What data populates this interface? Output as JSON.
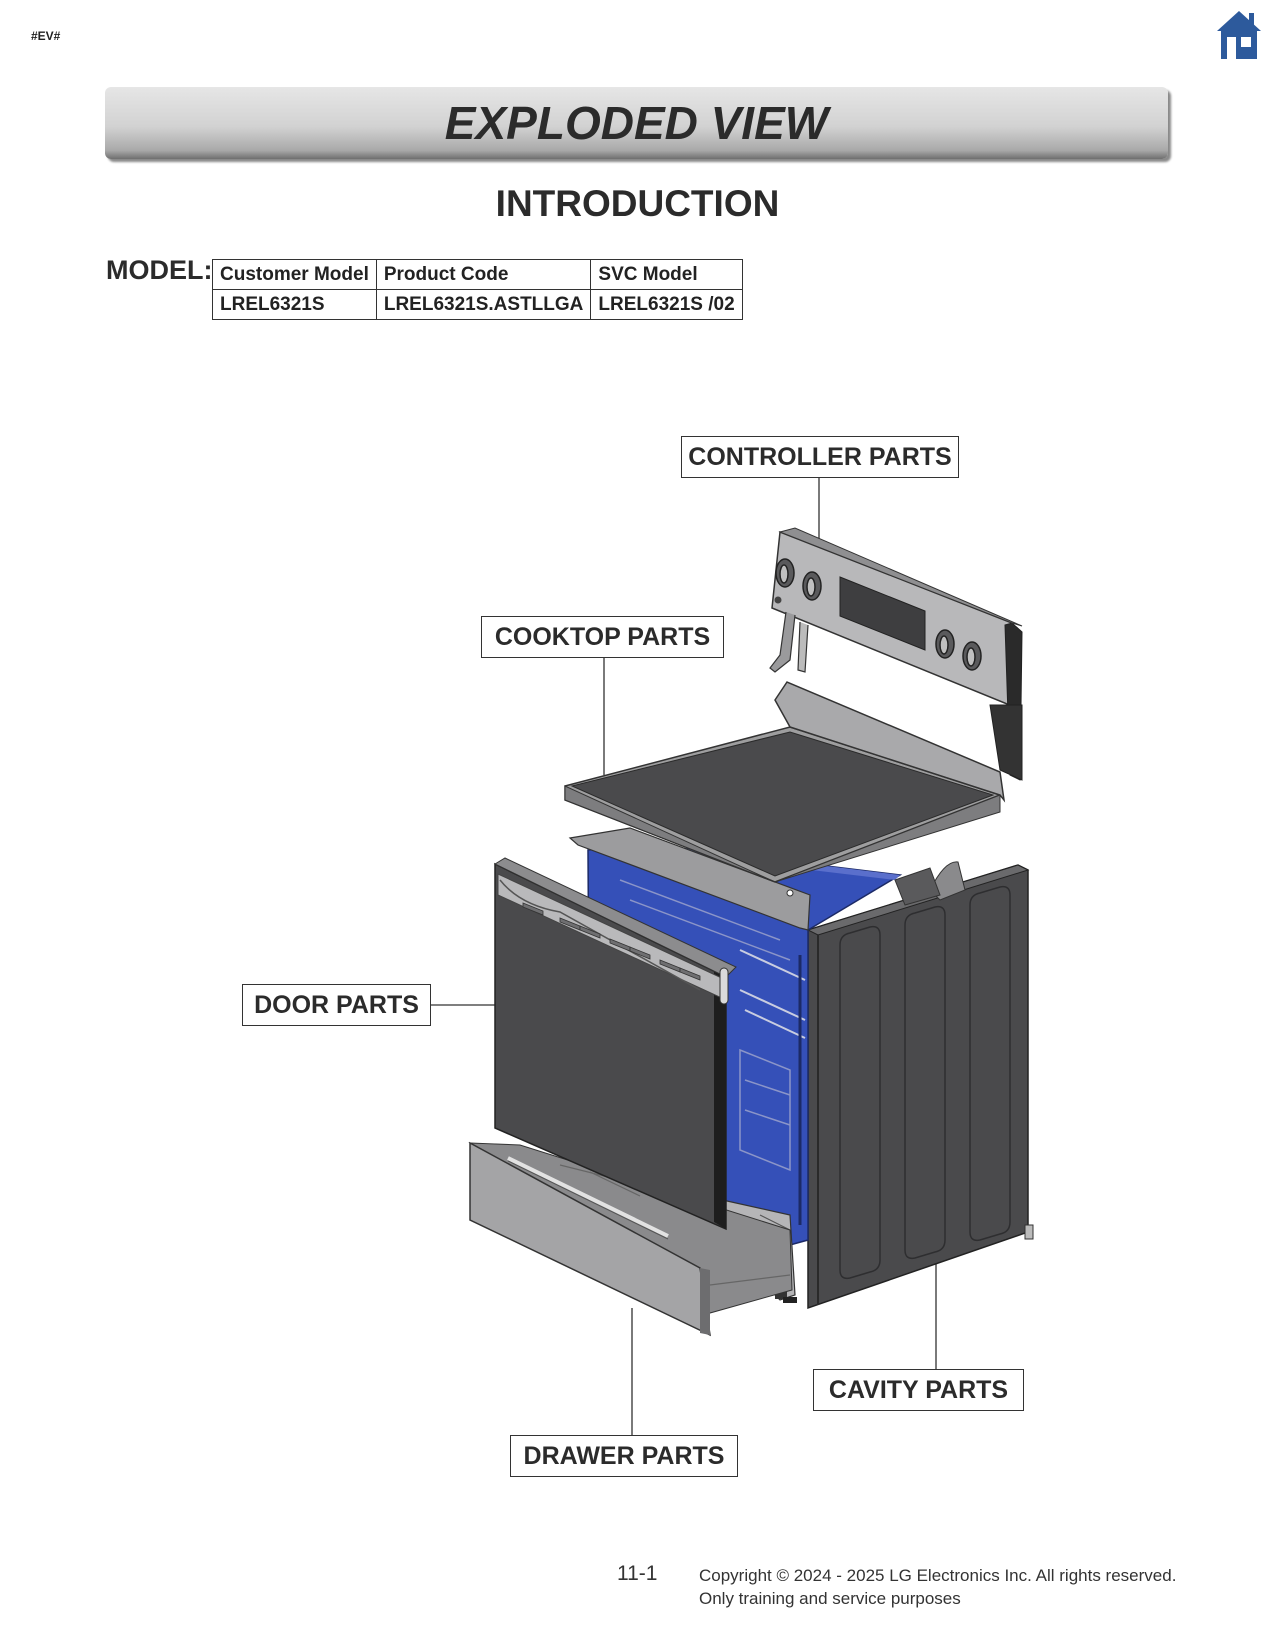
{
  "page_tag": "#EV#",
  "icons": {
    "home": "home-icon"
  },
  "header": {
    "title": "EXPLODED VIEW",
    "subtitle": "INTRODUCTION"
  },
  "model": {
    "label": "MODEL:",
    "columns": [
      "Customer Model",
      "Product Code",
      "SVC Model"
    ],
    "rows": [
      [
        "LREL6321S",
        "LREL6321S.ASTLLGA",
        "LREL6321S  /02"
      ]
    ]
  },
  "parts": {
    "controller": "CONTROLLER PARTS",
    "cooktop": "COOKTOP PARTS",
    "door": "DOOR PARTS",
    "cavity": "CAVITY PARTS",
    "drawer": "DRAWER PARTS"
  },
  "colors": {
    "cavity_blue": "#3550b8",
    "panel_dark": "#4a4a4c",
    "steel_light": "#b8b8ba",
    "title_gray": "#d2d2d2"
  },
  "footer": {
    "page_number": "11-1",
    "copyright": "Copyright © 2024 - 2025 LG Electronics Inc. All rights reserved.",
    "notice": "Only training and service purposes"
  }
}
